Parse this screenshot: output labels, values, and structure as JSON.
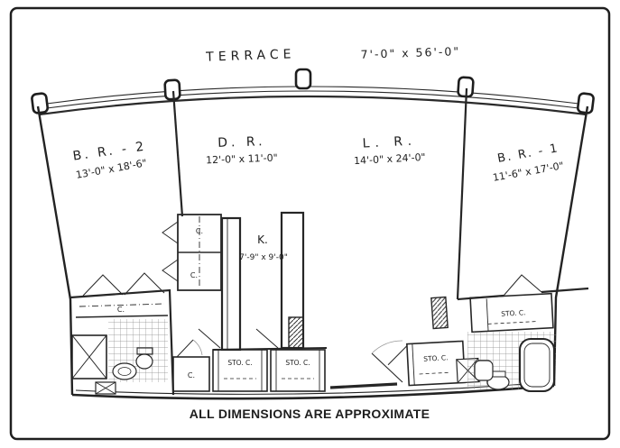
{
  "figure": {
    "type": "apartment-floor-plan",
    "caption": "ALL DIMENSIONS ARE APPROXIMATE"
  },
  "terrace": {
    "label": "TERRACE",
    "dims": "7'-0\" x 56'-0\""
  },
  "rooms": {
    "br2": {
      "label": "B. R. - 2",
      "dims": "13'-0\" x 18'-6\""
    },
    "dr": {
      "label": "D. R.",
      "dims": "12'-0\" x 11'-0\""
    },
    "lr": {
      "label": "L. R.",
      "dims": "14'-0\" x 24'-0\""
    },
    "br1": {
      "label": "B. R. - 1",
      "dims": "11'-6\" x 17'-0\""
    },
    "kitchen": {
      "label": "K.",
      "dims": "7'-9\" x 9'-0\""
    }
  },
  "labels": {
    "closet": "C.",
    "storage": "STO. C."
  },
  "colors": {
    "ink": "#222222",
    "paper": "#ffffff",
    "tile": "#8a8a8a"
  }
}
